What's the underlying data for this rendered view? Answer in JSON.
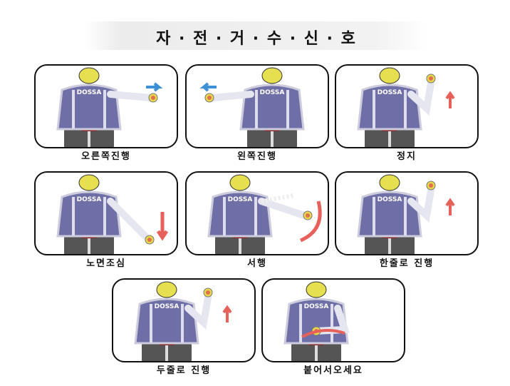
{
  "title": "자 · 전 · 거 · 수 · 신 · 호",
  "signals": [
    {
      "label": "오른쪽진행",
      "pose": "right-arm",
      "jersey_text": "DOSSA",
      "arrow": "right"
    },
    {
      "label": "왼쪽진행",
      "pose": "left-arm",
      "jersey_text": "DOSSA",
      "arrow": "left"
    },
    {
      "label": "정지",
      "pose": "palm-up",
      "jersey_text": "DOSSA",
      "arrow": "up"
    },
    {
      "label": "노면조심",
      "pose": "arm-down",
      "jersey_text": "DOSSA",
      "arrow": "down"
    },
    {
      "label": "서행",
      "pose": "arm-wave",
      "jersey_text": "DOSSA",
      "arrow": "curve"
    },
    {
      "label": "한줄로 진행",
      "pose": "one-finger",
      "jersey_text": "DOSSA",
      "arrow": "up"
    },
    {
      "label": "두줄로 진행",
      "pose": "two-fingers",
      "jersey_text": "DOSSA",
      "arrow": "up"
    },
    {
      "label": "붙어서오세요",
      "pose": "hand-back",
      "jersey_text": "DOSSA",
      "arrow": "curve-back"
    }
  ],
  "colors": {
    "jersey": "#6f6fa8",
    "glove": "#e8d84a",
    "arrow_red": "#e8605a",
    "arrow_blue": "#3d8fd6"
  }
}
